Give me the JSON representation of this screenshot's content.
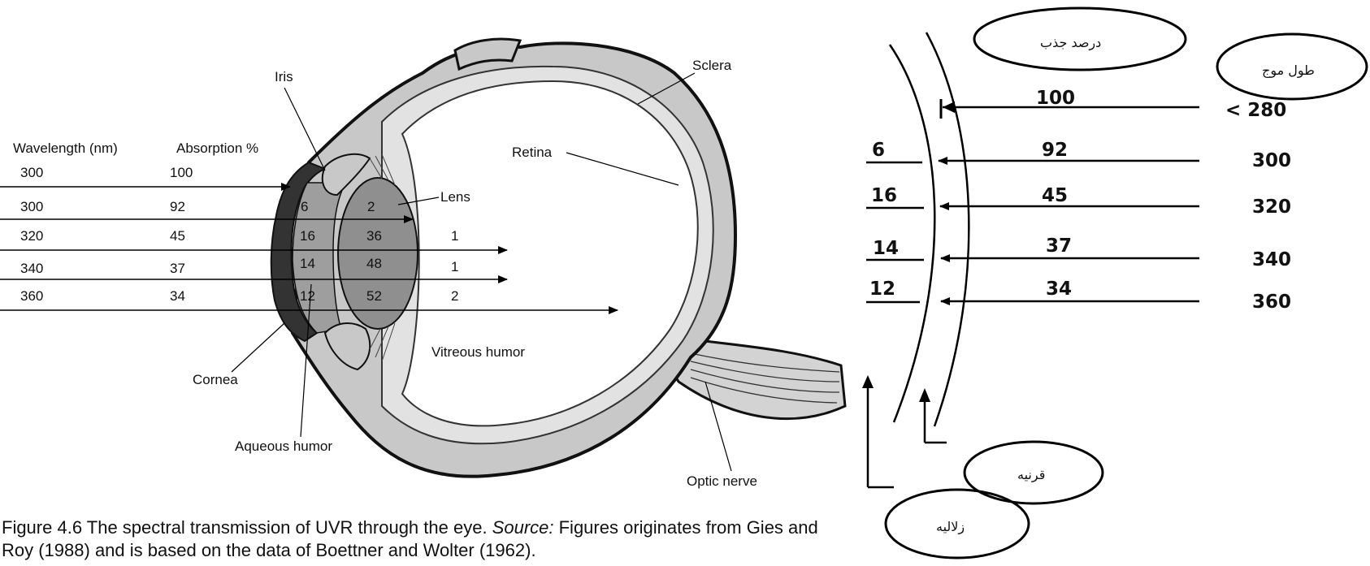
{
  "diagram": {
    "labels": {
      "iris": "Iris",
      "sclera": "Sclera",
      "retina": "Retina",
      "lens": "Lens",
      "cornea": "Cornea",
      "aqueous": "Aqueous humor",
      "vitreous": "Vitreous humor",
      "optic_nerve": "Optic nerve"
    },
    "table": {
      "header_wavelength": "Wavelength (nm)",
      "header_absorption": "Absorption %",
      "rows": [
        {
          "wavelength": "300",
          "absorption": "100",
          "cornea": "",
          "lens": "",
          "vitreous": ""
        },
        {
          "wavelength": "300",
          "absorption": "92",
          "cornea": "6",
          "lens": "2",
          "vitreous": ""
        },
        {
          "wavelength": "320",
          "absorption": "45",
          "cornea": "16",
          "lens": "36",
          "vitreous": "1"
        },
        {
          "wavelength": "340",
          "absorption": "37",
          "cornea": "14",
          "lens": "48",
          "vitreous": "1"
        },
        {
          "wavelength": "360",
          "absorption": "34",
          "cornea": "12",
          "lens": "52",
          "vitreous": "2"
        }
      ]
    },
    "caption": {
      "prefix": "Figure 4.6  The spectral transmission of UVR through the eye. ",
      "source_label": "Source:",
      "text": " Figures originates from Gies and Roy (1988) and is based on the data of Boettner and Wolter (1962)."
    }
  },
  "sketch": {
    "absorption_header": "درصد جذب",
    "wavelength_header": "طول موج",
    "cornea_label": "قرنیه",
    "aqueous_label": "زلالیه",
    "rows": [
      {
        "wavelength": "< 280",
        "absorption": "100",
        "left": ""
      },
      {
        "wavelength": "300",
        "absorption": "92",
        "left": "6"
      },
      {
        "wavelength": "320",
        "absorption": "45",
        "left": "16"
      },
      {
        "wavelength": "340",
        "absorption": "37",
        "left": "14"
      },
      {
        "wavelength": "360",
        "absorption": "34",
        "left": "12"
      }
    ]
  }
}
